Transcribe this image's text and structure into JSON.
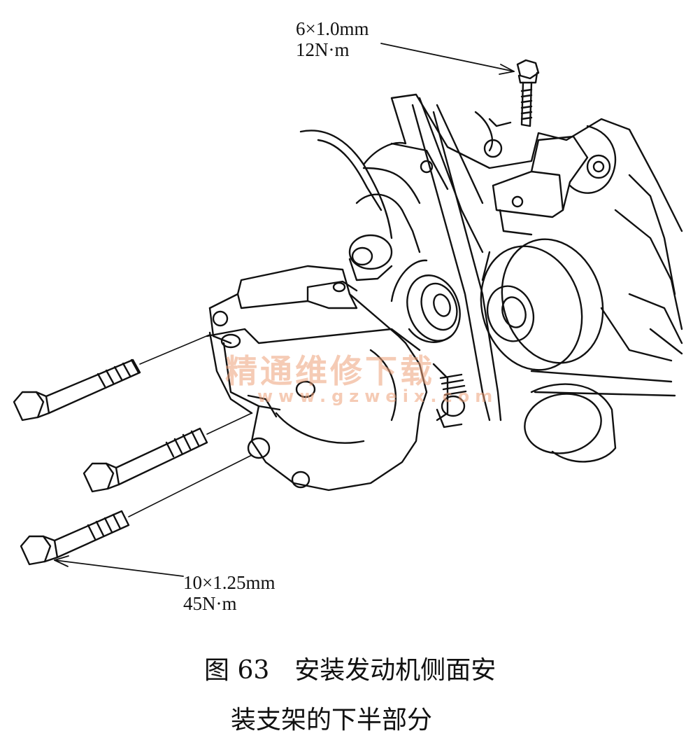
{
  "callouts": {
    "top_bolt": {
      "size": "6×1.0mm",
      "torque": "12N·m"
    },
    "bottom_bolt": {
      "size": "10×1.25mm",
      "torque": "45N·m"
    }
  },
  "watermark": {
    "text": "精通维修下载",
    "url": "www.gzweix.com",
    "color": "#eca078"
  },
  "caption": {
    "figure_number": "图 63",
    "line1": "安装发动机侧面安",
    "line2": "装支架的下半部分"
  },
  "colors": {
    "ink": "#111111",
    "background": "#ffffff"
  }
}
